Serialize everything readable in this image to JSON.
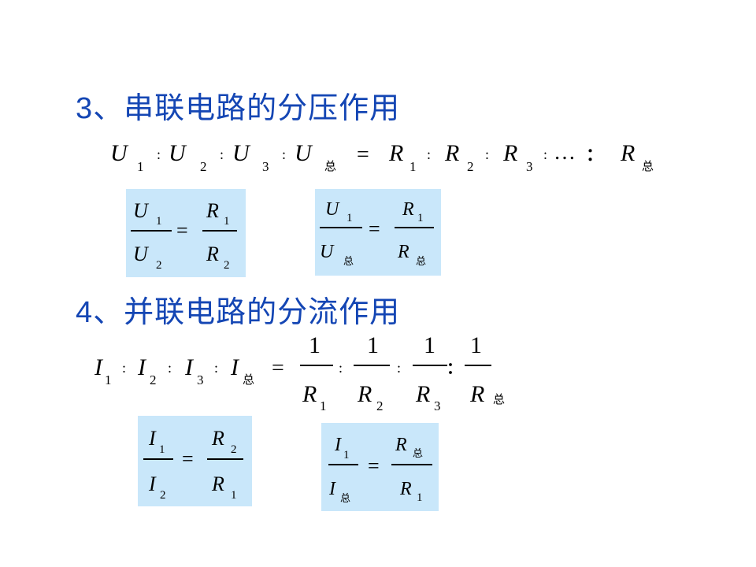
{
  "heading3": "3、串联电路的分压作用",
  "heading4": "4、并联电路的分流作用",
  "sym": {
    "U": "U",
    "R": "R",
    "I": "I",
    "s1": "1",
    "s2": "2",
    "s3": "3",
    "one": "1",
    "total": "总",
    "colon": ":",
    "eq": "=",
    "ellipsis": "…",
    "bigcolon": "："
  }
}
